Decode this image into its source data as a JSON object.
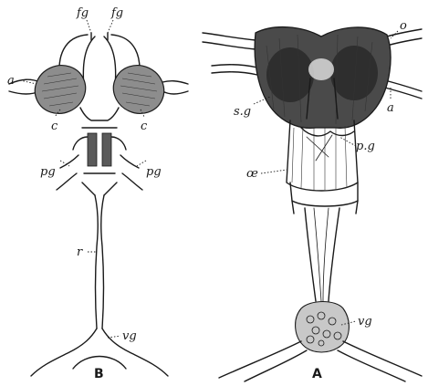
{
  "panels": [
    {
      "id": "B",
      "caption": "B",
      "labels": {
        "fg_left": "fg",
        "fg_right": "fg",
        "a": "a",
        "c_left": "c",
        "c_right": "c",
        "pg_left": "pg",
        "pg_right": "pg",
        "r": "r",
        "vg": "vg"
      }
    },
    {
      "id": "A",
      "caption": "A",
      "labels": {
        "o": "o",
        "a": "a",
        "sg": "s.g",
        "pg": "p.g",
        "oe": "œ",
        "vg": "vg"
      }
    }
  ]
}
